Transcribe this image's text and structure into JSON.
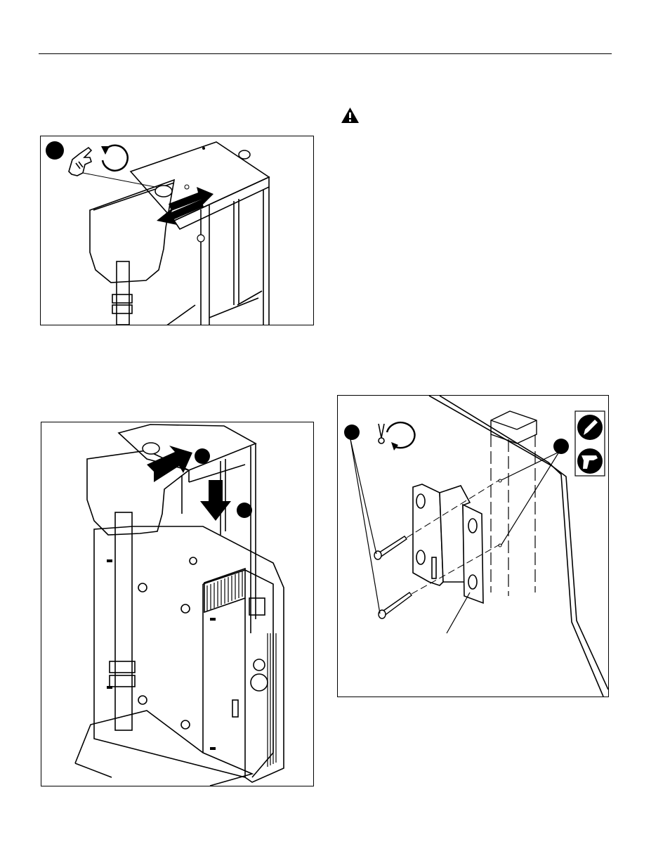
{
  "page": {
    "caution_icon": "warning-triangle-icon",
    "figures": [
      {
        "id": "pull-rotate-knob",
        "callout_number": "",
        "icons": [
          "hand-pull-knob-icon",
          "rotate-counterclockwise-icon"
        ]
      },
      {
        "id": "slide-and-lower-cpu",
        "callout_numbers": [
          "",
          ""
        ],
        "icons": [
          "slide-arrow-icon",
          "down-arrow-icon"
        ]
      },
      {
        "id": "wall-bracket-install",
        "callout_numbers": [
          "",
          ""
        ],
        "icons": [
          "screw-tighten-icon",
          "pencil-icon",
          "drill-icon"
        ]
      }
    ]
  },
  "colors": {
    "line": "#000000",
    "background": "#ffffff"
  }
}
